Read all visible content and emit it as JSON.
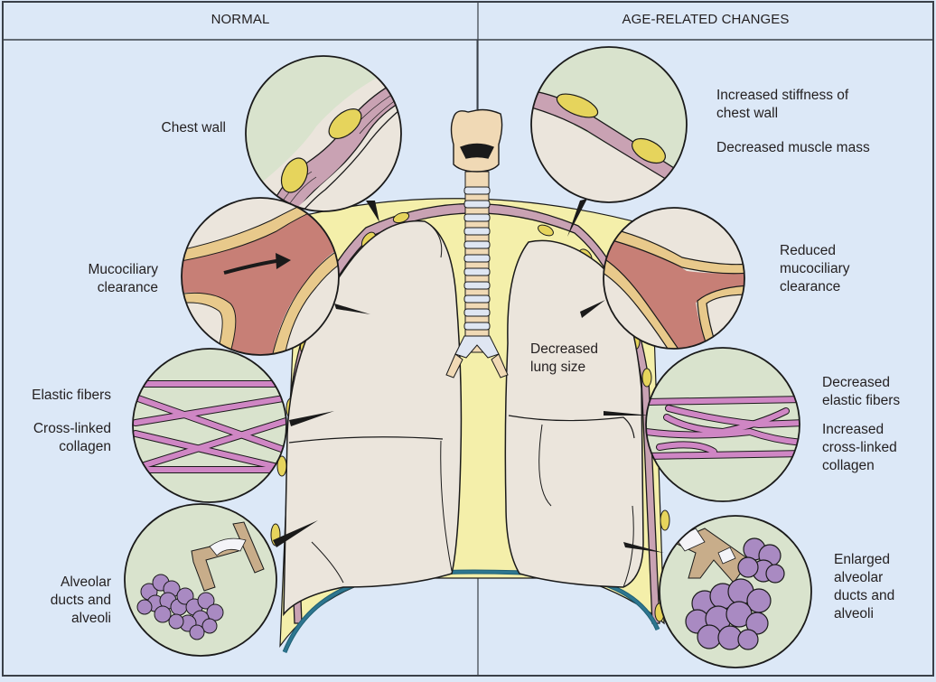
{
  "header": {
    "left_title": "NORMAL",
    "right_title": "AGE-RELATED CHANGES"
  },
  "normal": {
    "chest_wall": "Chest wall",
    "mucociliary": "Mucociliary\nclearance",
    "elastic_fibers": "Elastic fibers",
    "collagen": "Cross-linked\ncollagen",
    "alveoli": "Alveolar\nducts and\nalveoli"
  },
  "aging": {
    "stiffness": "Increased stiffness of\nchest wall",
    "muscle_mass": "Decreased muscle mass",
    "mucociliary": "Reduced\nmucociliary\nclearance",
    "lung_size": "Decreased\nlung size",
    "elastic_fibers": "Decreased\nelastic fibers",
    "collagen": "Increased\ncross-linked\ncollagen",
    "alveoli": "Enlarged\nalveolar\nducts and\nalveoli"
  },
  "colors": {
    "background": "#dce8f7",
    "border": "#3a4048",
    "inset_green": "#d9e3cd",
    "lung_tissue": "#ebe5dc",
    "mediastinum_yellow": "#f4efaa",
    "muscle_mauve": "#c9a2b3",
    "fat_yellow": "#e6d45c",
    "airway_red": "#c77f76",
    "cartilage_tan": "#e8c98b",
    "fiber_pink": "#cf86c4",
    "alveoli_purple": "#a98ac2",
    "duct_tan": "#c8ad8a",
    "diaphragm_teal": "#2a6a80",
    "trachea_ring": "#dfe6f2",
    "larynx": "#f0d9b5"
  }
}
